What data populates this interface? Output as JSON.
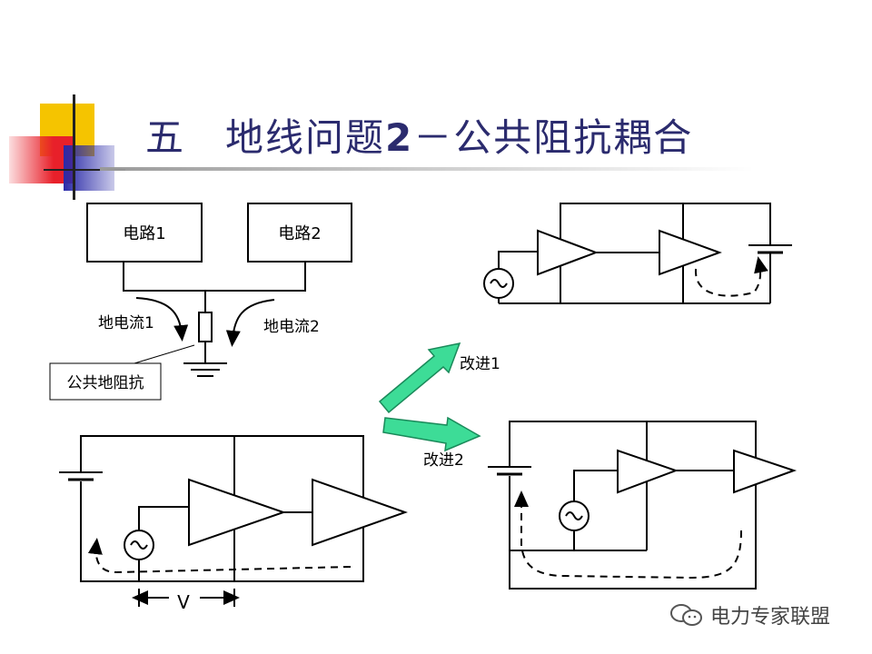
{
  "slide": {
    "title_prefix": "五",
    "title_main": "地线问题",
    "title_num": "2",
    "title_suffix": "－公共阻抗耦合"
  },
  "top_left": {
    "circuit1_label": "电路1",
    "circuit2_label": "电路2",
    "ground_current1_label": "地电流1",
    "ground_current2_label": "地电流2",
    "common_impedance_label": "公共地阻抗"
  },
  "arrows": {
    "improve1_label": "改进1",
    "improve2_label": "改进2"
  },
  "bottom_left": {
    "voltage_label": "V"
  },
  "watermark": {
    "text": "电力专家联盟"
  },
  "colors": {
    "title": "#2b2b6e",
    "arrow_fill": "#3ddc97",
    "deco_yellow": "#f5c400",
    "deco_red": "#e8202a",
    "deco_blue": "#2a2aa8"
  }
}
